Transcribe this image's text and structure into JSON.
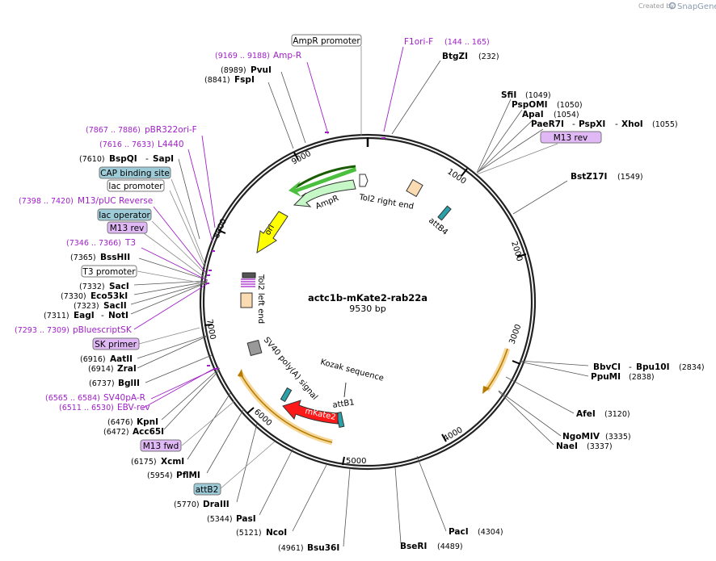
{
  "credit": {
    "prefix": "Created by",
    "brand": "SnapGene"
  },
  "plasmid": {
    "name": "actc1b-mKate2-rab22a",
    "length_label": "9530 bp",
    "length": 9530
  },
  "ticks": [
    "1000",
    "2000",
    "3000",
    "4000",
    "5000",
    "6000",
    "7000",
    "8000",
    "9000"
  ],
  "enzymes": {
    "btgzi": {
      "name": "BtgZI",
      "pos": "(232)"
    },
    "sfii": {
      "name": "SfiI",
      "pos": "(1049)"
    },
    "pspomi": {
      "name": "PspOMI",
      "pos": "(1050)"
    },
    "apai": {
      "name": "ApaI",
      "pos": "(1054)"
    },
    "paer7i": {
      "name": "PaeR7I",
      "sep": "-",
      "name2": "PspXI",
      "sep2": "-",
      "name3": "XhoI",
      "pos": "(1055)"
    },
    "bstz17i": {
      "name": "BstZ17I",
      "pos": "(1549)"
    },
    "bbvci": {
      "name": "BbvCI",
      "sep": "-",
      "name2": "Bpu10I",
      "pos": "(2834)"
    },
    "pspmi": {
      "name": "PpuMI",
      "pos": "(2838)"
    },
    "afei": {
      "name": "AfeI",
      "pos": "(3120)"
    },
    "ngomiv": {
      "name": "NgoMIV",
      "pos": "(3335)"
    },
    "naei": {
      "name": "NaeI",
      "pos": "(3337)"
    },
    "paci": {
      "name": "PacI",
      "pos": "(4304)"
    },
    "bseri": {
      "name": "BseRI",
      "pos": "(4489)"
    },
    "bsu36i": {
      "name": "Bsu36I",
      "pos": "(4961)"
    },
    "ncoi": {
      "name": "NcoI",
      "pos": "(5121)"
    },
    "pasi": {
      "name": "PasI",
      "pos": "(5344)"
    },
    "draiii": {
      "name": "DraIII",
      "pos": "(5770)"
    },
    "pflmi": {
      "name": "PflMI",
      "pos": "(5954)"
    },
    "xcmi": {
      "name": "XcmI",
      "pos": "(6175)"
    },
    "acc65i": {
      "name": "Acc65I",
      "pos": "(6472)"
    },
    "kpni": {
      "name": "KpnI",
      "pos": "(6476)"
    },
    "bglii": {
      "name": "BglII",
      "pos": "(6737)"
    },
    "zrai": {
      "name": "ZraI",
      "pos": "(6914)"
    },
    "aatii": {
      "name": "AatII",
      "pos": "(6916)"
    },
    "eagi": {
      "name": "EagI",
      "sep": "-",
      "name2": "NotI",
      "pos": "(7311)"
    },
    "sacii": {
      "name": "SacII",
      "pos": "(7323)"
    },
    "eco53ki": {
      "name": "Eco53kI",
      "pos": "(7330)"
    },
    "saci": {
      "name": "SacI",
      "pos": "(7332)"
    },
    "bsshii": {
      "name": "BssHII",
      "pos": "(7365)"
    },
    "bspqi": {
      "name": "BspQI",
      "sep": "-",
      "name2": "SapI",
      "pos": "(7610)"
    },
    "fspi": {
      "name": "FspI",
      "pos": "(8841)"
    },
    "pvui": {
      "name": "PvuI",
      "pos": "(8989)"
    }
  },
  "primers": {
    "f1ori_f": {
      "name": "F1ori-F",
      "pos": "(144 .. 165)"
    },
    "amp_r": {
      "name": "Amp-R",
      "pos": "(9169 .. 9188)"
    },
    "pbr322ori_f": {
      "name": "pBR322ori-F",
      "pos": "(7867 .. 7886)"
    },
    "l4440": {
      "name": "L4440",
      "pos": "(7616 .. 7633)"
    },
    "m13puc_rev": {
      "name": "M13/pUC Reverse",
      "pos": "(7398 .. 7420)"
    },
    "t3": {
      "name": "T3",
      "pos": "(7346 .. 7366)"
    },
    "pbluescriptsk": {
      "name": "pBluescriptSK",
      "pos": "(7293 .. 7309)"
    },
    "sv40pa_r": {
      "name": "SV40pA-R",
      "pos": "(6565 .. 6584)"
    },
    "ebv_rev": {
      "name": "EBV-rev",
      "pos": "(6511 .. 6530)"
    }
  },
  "boxes": {
    "amp_promoter": "AmpR promoter",
    "m13rev_right": "M13 rev",
    "cap_site": "CAP binding site",
    "lac_promoter": "lac promoter",
    "lac_operator": "lac operator",
    "m13rev_left": "M13 rev",
    "t3_promoter": "T3 promoter",
    "sk_primer": "SK primer",
    "m13fwd": "M13 fwd",
    "attb2": "attB2"
  },
  "features": {
    "ampr": "AmpR",
    "tol2_right": "Tol2 right end",
    "ori": "ori",
    "attb4": "attB4",
    "tol2_left": "Tol2 left end",
    "sv40": "SV40 poly(A) signal",
    "kozak": "Kozak sequence",
    "attb1": "attB1",
    "mkate2": "mKate2"
  },
  "colors": {
    "ampr": "#c6f7c6",
    "ori": "#ffff00",
    "mkate2": "#ff1a1a",
    "primer": "#a020c8",
    "box_purple": "#e0b8f5",
    "box_teal": "#9ecbd8",
    "tol2": "#fbdcb2",
    "orange": "#f5d89a"
  }
}
